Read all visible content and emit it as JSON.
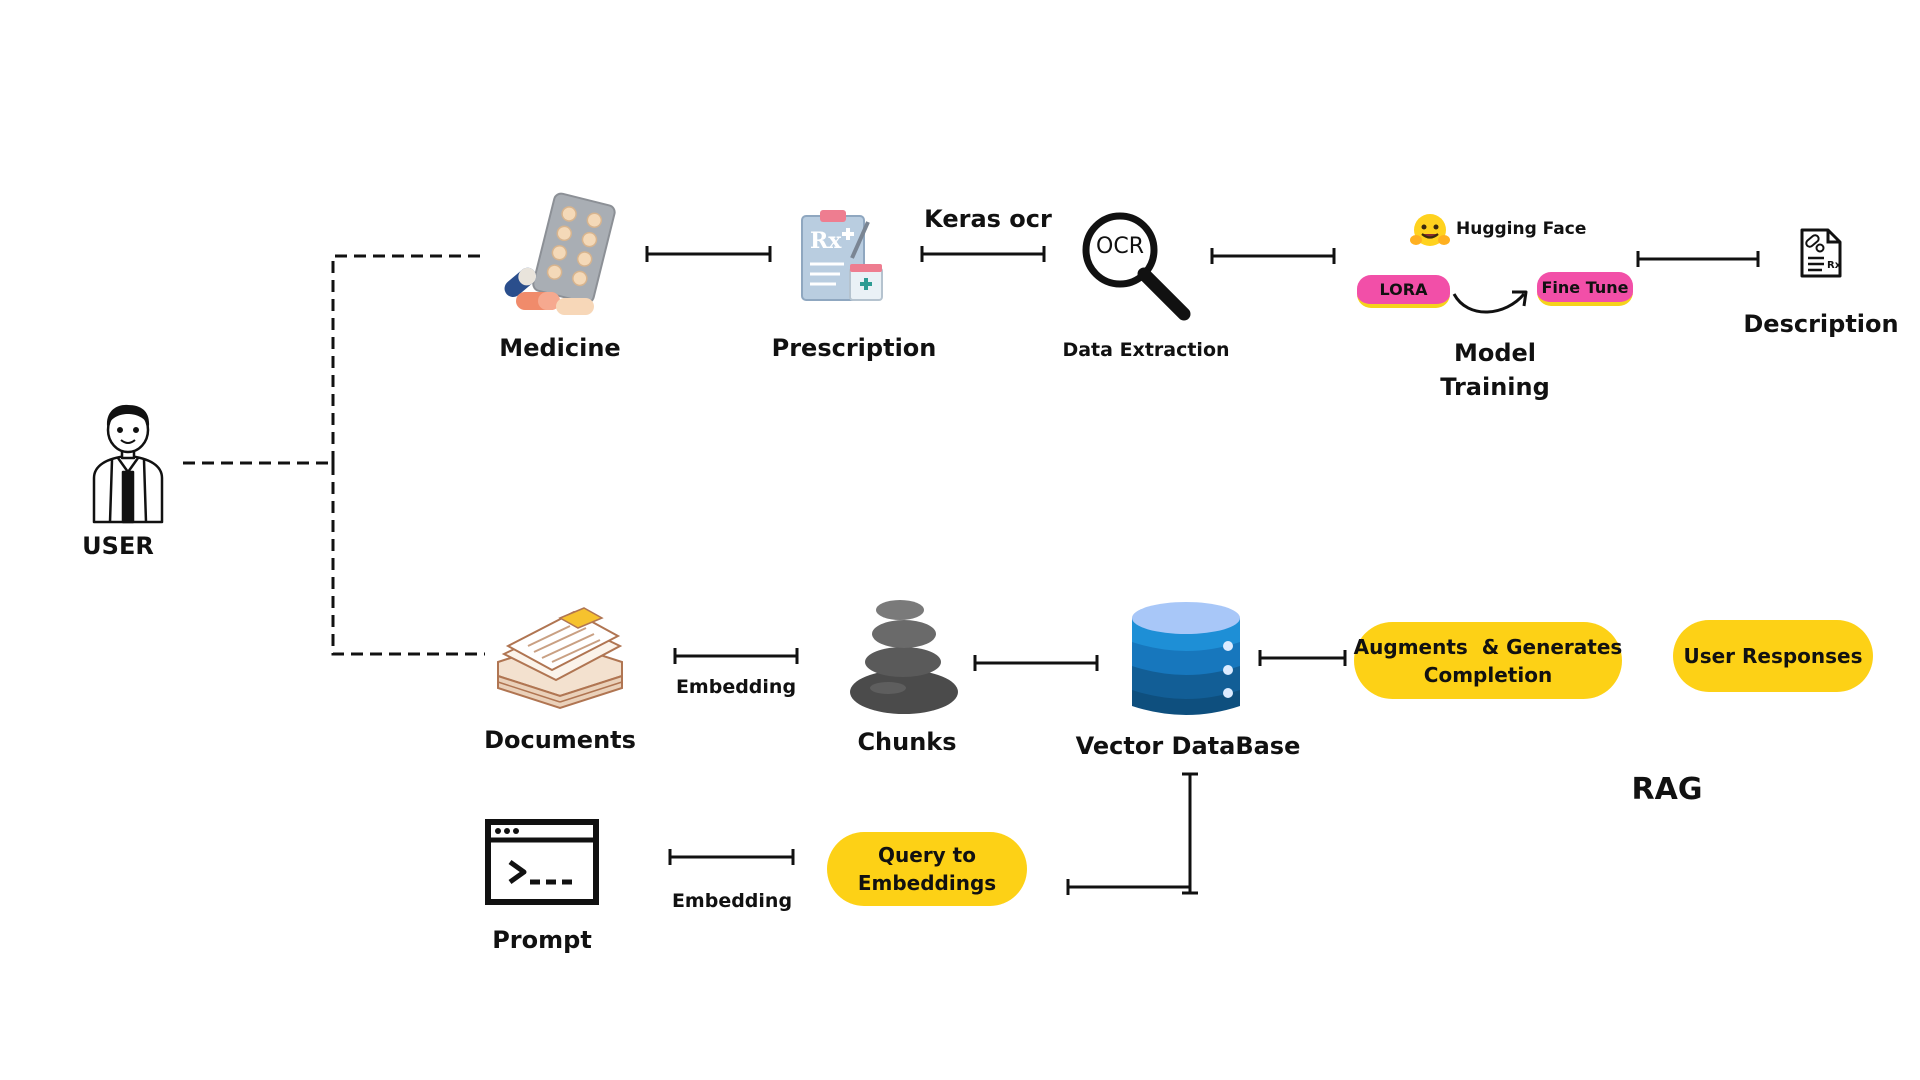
{
  "nodes": {
    "user": "USER",
    "medicine": "Medicine",
    "prescription": "Prescription",
    "keras_ocr": "Keras ocr",
    "ocr_glyph": "OCR",
    "data_extraction": "Data Extraction",
    "hugging_face": "Hugging Face",
    "lora": "LORA",
    "fine_tune": "Fine Tune",
    "model_training": "Model\nTraining",
    "description": "Description",
    "documents": "Documents",
    "embedding_top": "Embedding",
    "chunks": "Chunks",
    "vector_database": "Vector DataBase",
    "augments": "Augments  & Generates\nCompletion",
    "user_responses": "User Responses",
    "rag": "RAG",
    "prompt": "Prompt",
    "embedding_bottom": "Embedding",
    "query_to_embeddings": "Query to\nEmbeddings"
  },
  "colors": {
    "pill_yellow": "#FDD116",
    "tag_pink": "#F24FA8",
    "tag_edge": "#F5D31C",
    "line": "#111111"
  }
}
